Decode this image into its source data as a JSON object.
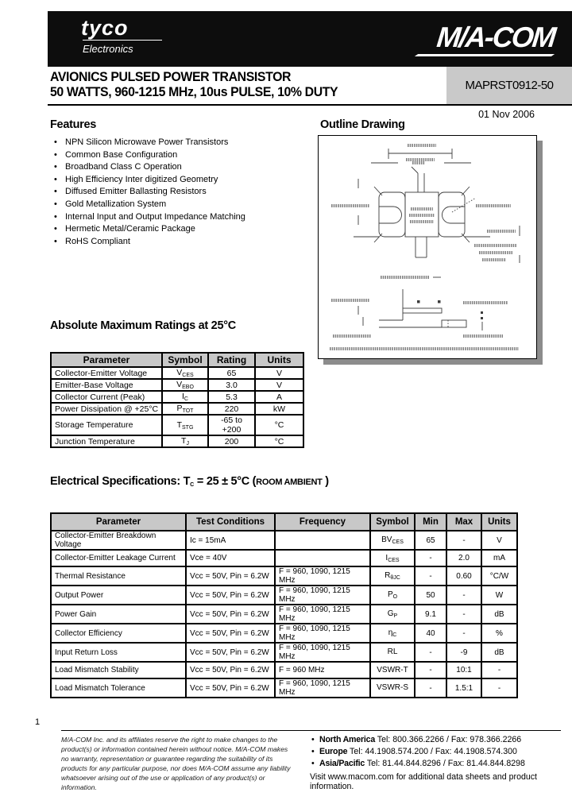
{
  "header": {
    "brand_primary": "tyco",
    "brand_secondary": "Electronics",
    "brand_right": "M/A-COM",
    "title_line1": "AVIONICS PULSED POWER TRANSISTOR",
    "title_line2": "50 WATTS, 960-1215 MHz, 10us PULSE, 10% DUTY",
    "part_number": "MAPRST0912-50",
    "date": "01 Nov 2006"
  },
  "features": {
    "heading": "Features",
    "items": [
      "NPN Silicon Microwave Power Transistors",
      "Common Base Configuration",
      "Broadband Class C Operation",
      "High Efficiency Inter digitized Geometry",
      "Diffused Emitter Ballasting Resistors",
      "Gold Metallization System",
      "Internal Input and Output Impedance Matching",
      "Hermetic Metal/Ceramic Package",
      "RoHS Compliant"
    ]
  },
  "outline": {
    "heading": "Outline Drawing"
  },
  "abs_max": {
    "heading": "Absolute Maximum Ratings at 25°C",
    "columns": [
      "Parameter",
      "Symbol",
      "Rating",
      "Units"
    ],
    "rows": [
      {
        "parameter": "Collector-Emitter Voltage",
        "symbol": {
          "main": "V",
          "sub": "CES"
        },
        "rating": "65",
        "units": "V"
      },
      {
        "parameter": "Emitter-Base Voltage",
        "symbol": {
          "main": "V",
          "sub": "EBO"
        },
        "rating": "3.0",
        "units": "V"
      },
      {
        "parameter": "Collector Current (Peak)",
        "symbol": {
          "main": "I",
          "sub": "C"
        },
        "rating": "5.3",
        "units": "A"
      },
      {
        "parameter": "Power Dissipation @ +25°C",
        "symbol": {
          "main": "P",
          "sub": "TOT"
        },
        "rating": "220",
        "units": "kW"
      },
      {
        "parameter": "Storage Temperature",
        "symbol": {
          "main": "T",
          "sub": "STG"
        },
        "rating": "-65 to +200",
        "units": "°C"
      },
      {
        "parameter": "Junction Temperature",
        "symbol": {
          "main": "T",
          "sub": "J"
        },
        "rating": "200",
        "units": "°C"
      }
    ]
  },
  "elec_spec": {
    "heading_prefix": "Electrical Specifications:  T",
    "heading_sub": "C",
    "heading_mid": " = 25 ± 5°C (",
    "heading_small": "ROOM AMBIENT",
    "heading_end": " )",
    "columns": [
      "Parameter",
      "Test Conditions",
      "Frequency",
      "Symbol",
      "Min",
      "Max",
      "Units"
    ],
    "rows": [
      {
        "parameter": "Collector-Emitter Breakdown Voltage",
        "conditions": "Ic = 15mA",
        "frequency": "",
        "symbol": {
          "main": "BV",
          "sub": "CES"
        },
        "min": "65",
        "max": "-",
        "units": "V"
      },
      {
        "parameter": "Collector-Emitter Leakage Current",
        "conditions": "Vce = 40V",
        "frequency": "",
        "symbol": {
          "main": "I",
          "sub": "CES"
        },
        "min": "-",
        "max": "2.0",
        "units": "mA"
      },
      {
        "parameter": "Thermal Resistance",
        "conditions": "Vcc = 50V,  Pin = 6.2W",
        "frequency": "F = 960, 1090, 1215 MHz",
        "symbol": {
          "main": "R",
          "sub": "θJC"
        },
        "min": "-",
        "max": "0.60",
        "units": "°C/W"
      },
      {
        "parameter": "Output Power",
        "conditions": "Vcc = 50V,  Pin = 6.2W",
        "frequency": "F = 960, 1090, 1215 MHz",
        "symbol": {
          "main": "P",
          "sub": "O"
        },
        "min": "50",
        "max": "-",
        "units": "W"
      },
      {
        "parameter": "Power Gain",
        "conditions": "Vcc = 50V,  Pin = 6.2W",
        "frequency": "F = 960, 1090, 1215 MHz",
        "symbol": {
          "main": "G",
          "sub": "P"
        },
        "min": "9.1",
        "max": "-",
        "units": "dB"
      },
      {
        "parameter": "Collector Efficiency",
        "conditions": "Vcc = 50V,  Pin = 6.2W",
        "frequency": "F = 960, 1090, 1215 MHz",
        "symbol": {
          "main": "η",
          "sub": "C"
        },
        "min": "40",
        "max": "-",
        "units": "%"
      },
      {
        "parameter": "Input Return Loss",
        "conditions": "Vcc = 50V,  Pin = 6.2W",
        "frequency": "F = 960, 1090, 1215 MHz",
        "symbol": {
          "main": "RL",
          "sub": ""
        },
        "min": "-",
        "max": "-9",
        "units": "dB"
      },
      {
        "parameter": "Load Mismatch Stability",
        "conditions": "Vcc = 50V,  Pin = 6.2W",
        "frequency": "F = 960 MHz",
        "symbol": {
          "main": "VSWR-T",
          "sub": ""
        },
        "min": "-",
        "max": "10:1",
        "units": "-"
      },
      {
        "parameter": "Load Mismatch Tolerance",
        "conditions": "Vcc = 50V,  Pin = 6.2W",
        "frequency": "F = 960, 1090, 1215 MHz",
        "symbol": {
          "main": "VSWR-S",
          "sub": ""
        },
        "min": "-",
        "max": "1.5:1",
        "units": "-"
      }
    ]
  },
  "footer": {
    "page_number": "1",
    "disclaimer": "M/A-COM Inc. and its affiliates reserve the right to make changes to the product(s) or information contained herein without notice. M/A-COM makes no warranty, representation or guarantee regarding the suitability of its products for any particular purpose, nor does M/A-COM assume any liability whatsoever arising out of the use or application of any product(s) or information.",
    "contacts": [
      {
        "region": "North America",
        "detail": "  Tel: 800.366.2266 / Fax: 978.366.2266"
      },
      {
        "region": "Europe",
        "detail": "  Tel: 44.1908.574.200 / Fax: 44.1908.574.300"
      },
      {
        "region": "Asia/Pacific",
        "detail": "  Tel: 81.44.844.8296 / Fax: 81.44.844.8298"
      }
    ],
    "visit": "Visit www.macom.com for additional data sheets and product information."
  }
}
